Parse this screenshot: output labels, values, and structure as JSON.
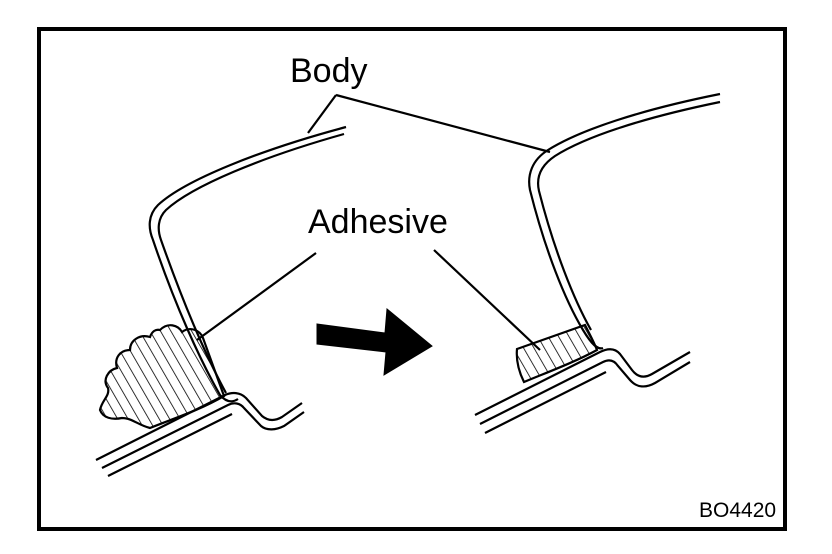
{
  "labels": {
    "body": "Body",
    "adhesive": "Adhesive",
    "figure_code": "BO4420"
  },
  "colors": {
    "ink": "#000000",
    "paper": "#ffffff"
  },
  "icons": {
    "transition": "right-arrow-icon"
  }
}
